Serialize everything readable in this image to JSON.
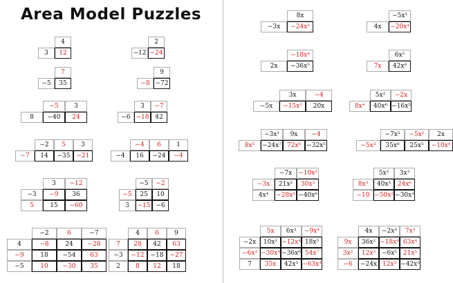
{
  "title": "Area Model Puzzles",
  "colors": {
    "given": "#111111",
    "answer": "#d32020"
  },
  "puzzles": [
    {
      "id": "p1",
      "top": [
        "4"
      ],
      "left": [
        "3"
      ],
      "cells": [
        [
          "12"
        ]
      ],
      "red": {
        "top": [
          0
        ],
        "left": [
          0
        ],
        "cells": [
          [
            1
          ]
        ]
      }
    },
    {
      "id": "p2",
      "top": [
        "2"
      ],
      "left": [
        "−12"
      ],
      "cells": [
        [
          "−24"
        ]
      ],
      "red": {
        "top": [
          0
        ],
        "left": [
          0
        ],
        "cells": [
          [
            1
          ]
        ]
      }
    },
    {
      "id": "p3",
      "top": [
        "7"
      ],
      "left": [
        "−5"
      ],
      "cells": [
        [
          "35"
        ]
      ],
      "red": {
        "top": [
          1
        ],
        "left": [
          0
        ],
        "cells": [
          [
            0
          ]
        ]
      }
    },
    {
      "id": "p4",
      "top": [
        "9"
      ],
      "left": [
        "−8"
      ],
      "cells": [
        [
          "−72"
        ]
      ],
      "red": {
        "top": [
          0
        ],
        "left": [
          1
        ],
        "cells": [
          [
            0
          ]
        ]
      }
    },
    {
      "id": "p5",
      "top": [
        "−5",
        "3"
      ],
      "left": [
        "8"
      ],
      "cells": [
        [
          "−40",
          "24"
        ]
      ],
      "red": {
        "top": [
          1,
          0
        ],
        "left": [
          0
        ],
        "cells": [
          [
            0,
            1
          ]
        ]
      }
    },
    {
      "id": "p6",
      "top": [
        "3",
        "−7"
      ],
      "left": [
        "−6"
      ],
      "cells": [
        [
          "−18",
          "42"
        ]
      ],
      "red": {
        "top": [
          0,
          1
        ],
        "left": [
          0
        ],
        "cells": [
          [
            1,
            0
          ]
        ]
      }
    },
    {
      "id": "p7",
      "top": [
        "−2",
        "5",
        "3"
      ],
      "left": [
        "−7"
      ],
      "cells": [
        [
          "14",
          "−35",
          "−21"
        ]
      ],
      "red": {
        "top": [
          0,
          1,
          0
        ],
        "left": [
          1
        ],
        "cells": [
          [
            0,
            0,
            1
          ]
        ]
      }
    },
    {
      "id": "p8",
      "top": [
        "−4",
        "6",
        "1"
      ],
      "left": [
        "−4"
      ],
      "cells": [
        [
          "16",
          "−24",
          "−4"
        ]
      ],
      "red": {
        "top": [
          1,
          1,
          0
        ],
        "left": [
          0
        ],
        "cells": [
          [
            0,
            0,
            1
          ]
        ]
      }
    },
    {
      "id": "p9",
      "top": [
        "3",
        "−12"
      ],
      "left": [
        "−3",
        "5"
      ],
      "cells": [
        [
          "−9",
          "36"
        ],
        [
          "15",
          "−60"
        ]
      ],
      "red": {
        "top": [
          0,
          1
        ],
        "left": [
          0,
          1
        ],
        "cells": [
          [
            1,
            0
          ],
          [
            0,
            1
          ]
        ]
      }
    },
    {
      "id": "p10",
      "top": [
        "−5",
        "−2"
      ],
      "left": [
        "−5",
        "3"
      ],
      "cells": [
        [
          "25",
          "10"
        ],
        [
          "−15",
          "−6"
        ]
      ],
      "red": {
        "top": [
          0,
          1
        ],
        "left": [
          1,
          0
        ],
        "cells": [
          [
            0,
            0
          ],
          [
            1,
            0
          ]
        ]
      }
    },
    {
      "id": "p11",
      "top": [
        "−2",
        "6",
        "−7"
      ],
      "left": [
        "4",
        "−9",
        "−5"
      ],
      "cells": [
        [
          "−8",
          "24",
          "−28"
        ],
        [
          "18",
          "−54",
          "63"
        ],
        [
          "10",
          "−30",
          "35"
        ]
      ],
      "red": {
        "top": [
          0,
          1,
          0
        ],
        "left": [
          0,
          1,
          0
        ],
        "cells": [
          [
            1,
            0,
            1
          ],
          [
            0,
            0,
            1
          ],
          [
            1,
            1,
            1
          ]
        ]
      }
    },
    {
      "id": "p12",
      "top": [
        "4",
        "6",
        "9"
      ],
      "left": [
        "7",
        "−3",
        "2"
      ],
      "cells": [
        [
          "28",
          "42",
          "63"
        ],
        [
          "−12",
          "−18",
          "−27"
        ],
        [
          "8",
          "12",
          "18"
        ]
      ],
      "red": {
        "top": [
          0,
          1,
          0
        ],
        "left": [
          1,
          0,
          0
        ],
        "cells": [
          [
            1,
            0,
            1
          ],
          [
            1,
            0,
            1
          ],
          [
            1,
            1,
            0
          ]
        ]
      }
    },
    {
      "id": "p13",
      "top": [
        "8x"
      ],
      "left": [
        "−3x"
      ],
      "cells": [
        [
          "−24x²"
        ]
      ],
      "red": {
        "top": [
          0
        ],
        "left": [
          0
        ],
        "cells": [
          [
            1
          ]
        ]
      }
    },
    {
      "id": "p14",
      "top": [
        "−5x³"
      ],
      "left": [
        "4x"
      ],
      "cells": [
        [
          "−20x⁴"
        ]
      ],
      "red": {
        "top": [
          0
        ],
        "left": [
          0
        ],
        "cells": [
          [
            1
          ]
        ]
      }
    },
    {
      "id": "p15",
      "top": [
        "−18x⁴"
      ],
      "left": [
        "2x"
      ],
      "cells": [
        [
          "−36x⁵"
        ]
      ],
      "red": {
        "top": [
          1
        ],
        "left": [
          0
        ],
        "cells": [
          [
            0
          ]
        ]
      }
    },
    {
      "id": "p16",
      "top": [
        "6x⁵"
      ],
      "left": [
        "7x"
      ],
      "cells": [
        [
          "42x⁶"
        ]
      ],
      "red": {
        "top": [
          0
        ],
        "left": [
          1
        ],
        "cells": [
          [
            0
          ]
        ]
      }
    },
    {
      "id": "p17",
      "top": [
        "3x",
        "−4"
      ],
      "left": [
        "−5x"
      ],
      "cells": [
        [
          "−15x²",
          "20x"
        ]
      ],
      "red": {
        "top": [
          0,
          1
        ],
        "left": [
          0
        ],
        "cells": [
          [
            1,
            0
          ]
        ]
      }
    },
    {
      "id": "p18",
      "top": [
        "5x²",
        "−2x"
      ],
      "left": [
        "8x⁴"
      ],
      "cells": [
        [
          "40x⁶",
          "−16x⁵"
        ]
      ],
      "red": {
        "top": [
          0,
          1
        ],
        "left": [
          1
        ],
        "cells": [
          [
            0,
            0
          ]
        ]
      }
    },
    {
      "id": "p19",
      "top": [
        "−3x²",
        "9x",
        "−4"
      ],
      "left": [
        "8x⁵"
      ],
      "cells": [
        [
          "−24x⁷",
          "72x⁶",
          "−32x⁵"
        ]
      ],
      "red": {
        "top": [
          0,
          0,
          1
        ],
        "left": [
          1
        ],
        "cells": [
          [
            0,
            1,
            0
          ]
        ]
      }
    },
    {
      "id": "p20",
      "top": [
        "−7x⁵",
        "−5x²",
        "2x"
      ],
      "left": [
        "−5x³"
      ],
      "cells": [
        [
          "35x⁸",
          "25x⁵",
          "−10x⁴"
        ]
      ],
      "red": {
        "top": [
          0,
          1,
          0
        ],
        "left": [
          1
        ],
        "cells": [
          [
            0,
            0,
            1
          ]
        ]
      }
    },
    {
      "id": "p21",
      "top": [
        "−7x",
        "−10x²"
      ],
      "left": [
        "−3x",
        "4x⁴"
      ],
      "cells": [
        [
          "21x²",
          "30x³"
        ],
        [
          "−28x⁵",
          "−40x⁶"
        ]
      ],
      "red": {
        "top": [
          0,
          1
        ],
        "left": [
          1,
          0
        ],
        "cells": [
          [
            0,
            1
          ],
          [
            1,
            0
          ]
        ]
      }
    },
    {
      "id": "p22",
      "top": [
        "5x²",
        "3x³"
      ],
      "left": [
        "8x³",
        "−10"
      ],
      "cells": [
        [
          "40x⁵",
          "24x⁶"
        ],
        [
          "−50x²",
          "−30x³"
        ]
      ],
      "red": {
        "top": [
          0,
          0
        ],
        "left": [
          1,
          1
        ],
        "cells": [
          [
            0,
            1
          ],
          [
            1,
            0
          ]
        ]
      }
    },
    {
      "id": "p23",
      "top": [
        "5x",
        "6x³",
        "−9x⁴"
      ],
      "left": [
        "−2x",
        "−6x³",
        "7"
      ],
      "cells": [
        [
          "10x²",
          "−12x⁴",
          "18x⁵"
        ],
        [
          "−30x⁴",
          "−36x⁶",
          "54x⁷"
        ],
        [
          "35x",
          "42x³",
          "−63x⁴"
        ]
      ],
      "red": {
        "top": [
          1,
          0,
          1
        ],
        "left": [
          0,
          1,
          0
        ],
        "cells": [
          [
            0,
            1,
            0
          ],
          [
            1,
            0,
            1
          ],
          [
            1,
            0,
            1
          ]
        ]
      }
    },
    {
      "id": "p24",
      "top": [
        "4x",
        "−2x³",
        "7x³"
      ],
      "left": [
        "9x",
        "3x²",
        "−6"
      ],
      "cells": [
        [
          "36x²",
          "−18x⁴",
          "63x⁴"
        ],
        [
          "12x³",
          "−6x⁵",
          "21x⁵"
        ],
        [
          "−24x",
          "12x³",
          "−42x³"
        ]
      ],
      "red": {
        "top": [
          0,
          0,
          1
        ],
        "left": [
          1,
          1,
          1
        ],
        "cells": [
          [
            0,
            1,
            1
          ],
          [
            1,
            0,
            1
          ],
          [
            0,
            1,
            0
          ]
        ]
      }
    }
  ]
}
